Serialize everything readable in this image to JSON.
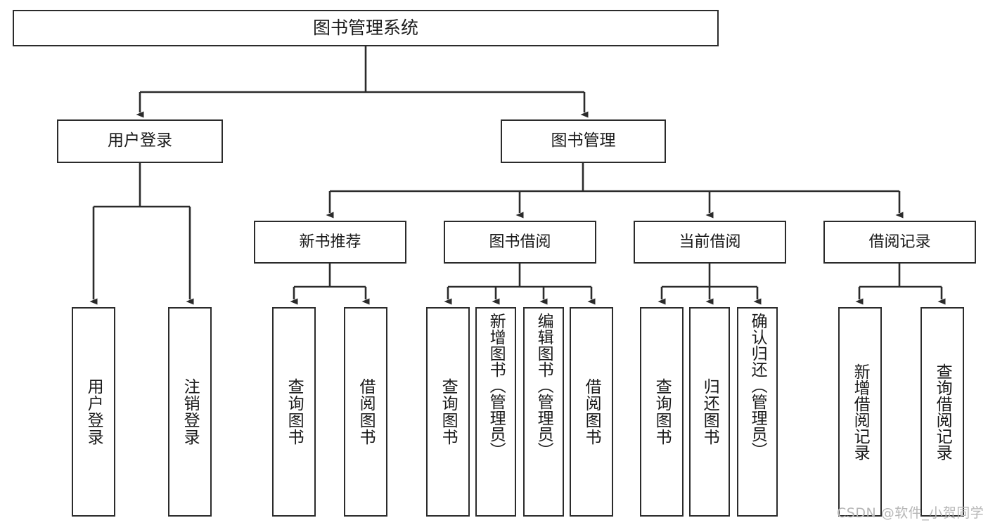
{
  "diagram": {
    "type": "tree-hierarchy-chart",
    "title": "图书管理系统",
    "colors": {
      "box_border": "#2b2b2b",
      "box_fill": "#ffffff",
      "edge": "#2b2b2b",
      "text": "#1a1a1a",
      "watermark": "#b6b6b6",
      "background": "#ffffff"
    },
    "root": {
      "id": "root",
      "label": "图书管理系统"
    },
    "level1": [
      {
        "id": "user-login",
        "label": "用户登录"
      },
      {
        "id": "book-management",
        "label": "图书管理"
      }
    ],
    "level2": [
      {
        "id": "new-book-recommend",
        "label": "新书推荐"
      },
      {
        "id": "book-borrow",
        "label": "图书借阅"
      },
      {
        "id": "current-borrow",
        "label": "当前借阅"
      },
      {
        "id": "borrow-record",
        "label": "借阅记录"
      }
    ],
    "leaves": {
      "user_login": [
        {
          "id": "leaf-user-login",
          "label": "用户登录"
        },
        {
          "id": "leaf-logout-login",
          "label": "注销登录"
        }
      ],
      "new_book_recommend": [
        {
          "id": "leaf-query-book-1",
          "label": "查询图书"
        },
        {
          "id": "leaf-borrow-book-1",
          "label": "借阅图书"
        }
      ],
      "book_borrow": [
        {
          "id": "leaf-query-book-2",
          "label": "查询图书"
        },
        {
          "id": "leaf-add-book",
          "label": "新增图书（管理员）"
        },
        {
          "id": "leaf-edit-book",
          "label": "编辑图书（管理员）"
        },
        {
          "id": "leaf-borrow-book-2",
          "label": "借阅图书"
        }
      ],
      "current_borrow": [
        {
          "id": "leaf-query-book-3",
          "label": "查询图书"
        },
        {
          "id": "leaf-return-book",
          "label": "归还图书"
        },
        {
          "id": "leaf-confirm-return",
          "label": "确认归还（管理员）"
        }
      ],
      "borrow_record": [
        {
          "id": "leaf-add-borrow-record",
          "label": "新增借阅记录"
        },
        {
          "id": "leaf-query-borrow-record",
          "label": "查询借阅记录"
        }
      ]
    }
  },
  "watermark": {
    "text": "CSDN @软件_小贺同学"
  }
}
